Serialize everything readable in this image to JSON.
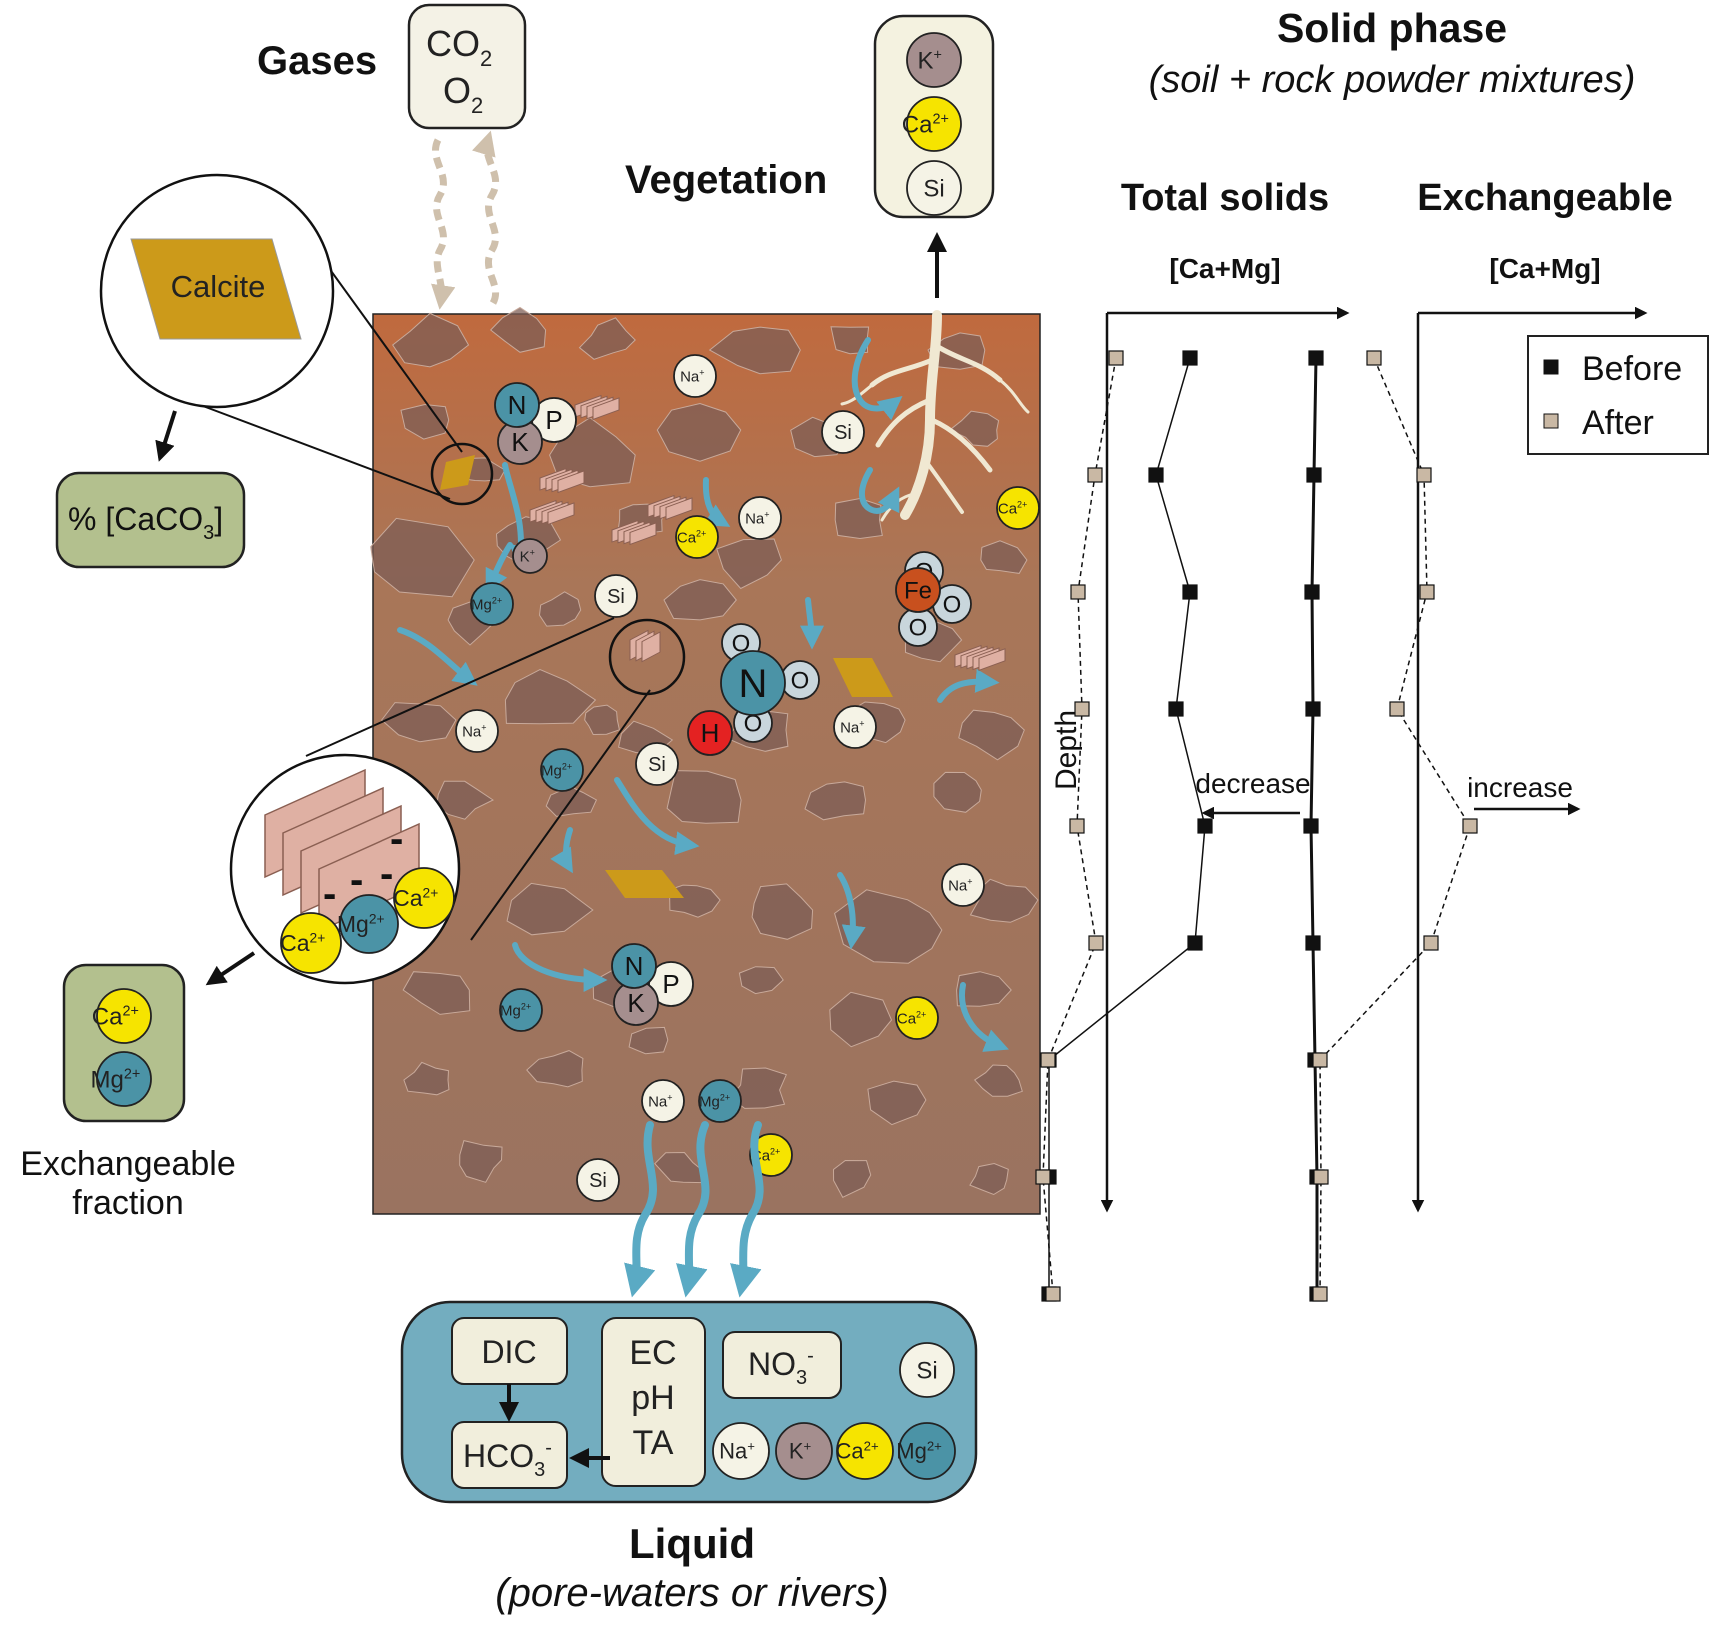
{
  "gases": {
    "title": "Gases",
    "co2": "CO",
    "o2": "O",
    "sub": "2"
  },
  "vegetation": {
    "title": "Vegetation",
    "ions": [
      {
        "base": "K",
        "sup": "+"
      },
      {
        "base": "Ca",
        "sup": "2+"
      },
      {
        "base": "Si",
        "sup": ""
      }
    ]
  },
  "calcite": {
    "label": "Calcite",
    "fraction_label": "% [CaCO",
    "fraction_sub": "3",
    "fraction_close": "]"
  },
  "exchangeable_fraction": {
    "ions": [
      {
        "base": "Ca",
        "sup": "2+"
      },
      {
        "base": "Mg",
        "sup": "2+"
      }
    ],
    "caption_line1": "Exchangeable",
    "caption_line2": "fraction"
  },
  "zoom_clay": {
    "minus": "-",
    "ions": [
      {
        "base": "Ca",
        "sup": "2+"
      },
      {
        "base": "Mg",
        "sup": "2+"
      },
      {
        "base": "Ca",
        "sup": "2+"
      }
    ]
  },
  "soil": {
    "atoms": {
      "N": "N",
      "P": "P",
      "K": "K",
      "O": "O",
      "H": "H",
      "Fe": "Fe"
    },
    "na": {
      "base": "Na",
      "sup": "+"
    },
    "k": {
      "base": "K",
      "sup": "+"
    },
    "mg": {
      "base": "Mg",
      "sup": "2+"
    },
    "ca": {
      "base": "Ca",
      "sup": "2+"
    },
    "si": {
      "base": "Si",
      "sup": ""
    }
  },
  "liquid": {
    "title": "Liquid",
    "subtitle": "(pore-waters or rivers)",
    "dic": "DIC",
    "hco3": "HCO",
    "hco3_sub": "3",
    "hco3_sup": "-",
    "params": [
      "EC",
      "pH",
      "TA"
    ],
    "no3": "NO",
    "no3_sub": "3",
    "no3_sup": "-",
    "si": "Si",
    "ions": [
      {
        "base": "Na",
        "sup": "+"
      },
      {
        "base": "K",
        "sup": "+"
      },
      {
        "base": "Ca",
        "sup": "2+"
      },
      {
        "base": "Mg",
        "sup": "2+"
      }
    ]
  },
  "solid_phase": {
    "title": "Solid phase",
    "subtitle": "(soil + rock powder mixtures)"
  },
  "colors": {
    "soil_top": "#c06a3e",
    "soil_bottom": "#9b7260",
    "mg_ion": "#4b93a6",
    "ca_ion": "#f6e400",
    "k_ion": "#a58e8e",
    "water_box": "#73adbf",
    "flow_arrow": "#5aaac4",
    "green_box": "#b3c08e",
    "calcite": "#cc9a1a",
    "fe_atom": "#c8501e",
    "h_atom": "#e42222",
    "clay": "#dfb0a3",
    "after_marker": "#c9b8a4"
  },
  "chart_data": [
    {
      "type": "line",
      "title": "Total solids",
      "xlabel": "[Ca+Mg]",
      "ylabel": "Depth",
      "y_direction": "down",
      "series": [
        {
          "name": "Before",
          "x": [
            1190,
            1156,
            1190,
            1176,
            1205,
            1195,
            1049,
            1049,
            1049
          ],
          "y": [
            1,
            2,
            3,
            4,
            5,
            6,
            7,
            8,
            9
          ]
        },
        {
          "name": "After",
          "x": [
            1116,
            1095,
            1078,
            1082,
            1077,
            1096,
            1048,
            1043,
            1053
          ],
          "y": [
            1,
            2,
            3,
            4,
            5,
            6,
            7,
            8,
            9
          ]
        }
      ],
      "annotation": "decrease"
    },
    {
      "type": "line",
      "title": "Exchangeable",
      "xlabel": "[Ca+Mg]",
      "ylabel": "",
      "y_direction": "down",
      "series": [
        {
          "name": "Before",
          "x": [
            1316,
            1314,
            1312,
            1313,
            1311,
            1313,
            1315,
            1317,
            1317
          ],
          "y": [
            1,
            2,
            3,
            4,
            5,
            6,
            7,
            8,
            9
          ]
        },
        {
          "name": "After",
          "x": [
            1374,
            1424,
            1427,
            1397,
            1470,
            1431,
            1320,
            1321,
            1320
          ],
          "y": [
            1,
            2,
            3,
            4,
            5,
            6,
            7,
            8,
            9
          ]
        }
      ],
      "annotation": "increase",
      "legend": {
        "before": "Before",
        "after": "After",
        "position": "top-right"
      }
    }
  ]
}
